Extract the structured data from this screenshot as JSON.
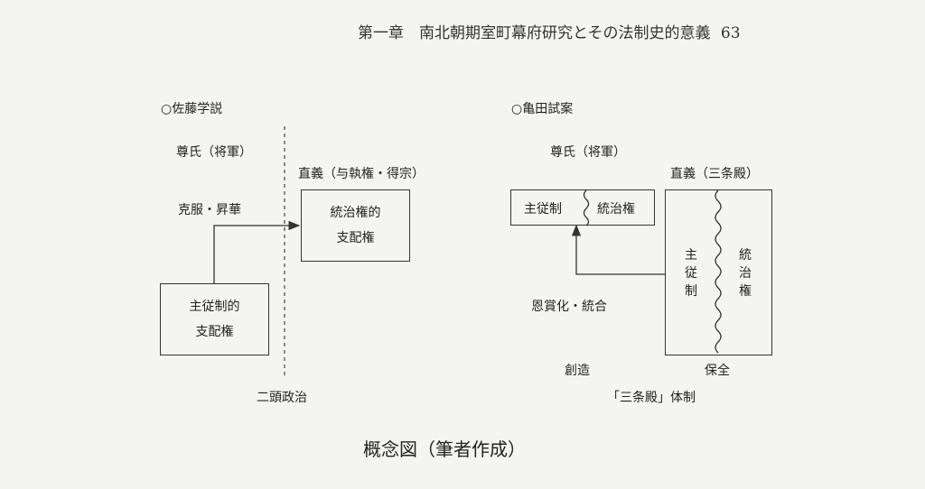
{
  "header": {
    "page_title": "第一章　南北朝期室町幕府研究とその法制史的意義",
    "page_number": "63"
  },
  "left": {
    "title": "○佐藤学説",
    "takauji": "尊氏（将軍）",
    "tadayoshi": "直義（与執権・得宗）",
    "kokufuku": "克服・昇華",
    "box_tochi": [
      "統治権的",
      "支配権"
    ],
    "box_shujyu": [
      "主従制的",
      "支配権"
    ],
    "nitou": "二頭政治"
  },
  "right": {
    "title": "○亀田試案",
    "takauji": "尊氏（将軍）",
    "tadayoshi": "直義（三条殿）",
    "shujyusei": "主従制",
    "tochiken": "統治権",
    "vert_shujyusei": "主従制",
    "vert_tochiken": "統治権",
    "onsho": "恩賞化・統合",
    "sozo": "創造",
    "hozen": "保全",
    "sanjo": "「三条殿」体制"
  },
  "caption": "概念図（筆者作成）"
}
